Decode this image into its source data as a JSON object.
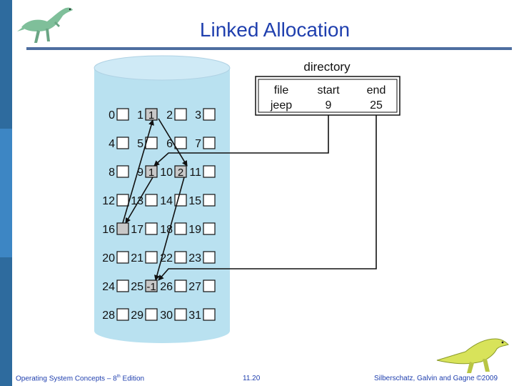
{
  "slide": {
    "title": "Linked Allocation",
    "footer_left_prefix": "Operating System Concepts – 8",
    "footer_left_sup": "th",
    "footer_left_suffix": " Edition",
    "footer_center": "11.20",
    "footer_right": "Silberschatz, Galvin and Gagne ©2009",
    "colors": {
      "title": "#1f3fae",
      "band": "#2e6b9e",
      "rule": "#4e6ea0",
      "cylinder": "#b9e1f0",
      "block_filled": "#c8c8c8"
    }
  },
  "diagram": {
    "directory_label": "directory",
    "headers": [
      "file",
      "start",
      "end"
    ],
    "row": [
      "jeep",
      "9",
      "25"
    ],
    "blocks": [
      {
        "n": "0",
        "v": ""
      },
      {
        "n": "1",
        "v": "1"
      },
      {
        "n": "2",
        "v": ""
      },
      {
        "n": "3",
        "v": ""
      },
      {
        "n": "4",
        "v": ""
      },
      {
        "n": "5",
        "v": ""
      },
      {
        "n": "6",
        "v": ""
      },
      {
        "n": "7",
        "v": ""
      },
      {
        "n": "8",
        "v": ""
      },
      {
        "n": "9",
        "v": "1"
      },
      {
        "n": "10",
        "v": "2"
      },
      {
        "n": "11",
        "v": ""
      },
      {
        "n": "12",
        "v": ""
      },
      {
        "n": "13",
        "v": ""
      },
      {
        "n": "14",
        "v": ""
      },
      {
        "n": "15",
        "v": ""
      },
      {
        "n": "16",
        "v": "",
        "filled": true
      },
      {
        "n": "17",
        "v": ""
      },
      {
        "n": "18",
        "v": ""
      },
      {
        "n": "19",
        "v": ""
      },
      {
        "n": "20",
        "v": ""
      },
      {
        "n": "21",
        "v": ""
      },
      {
        "n": "22",
        "v": ""
      },
      {
        "n": "23",
        "v": ""
      },
      {
        "n": "24",
        "v": ""
      },
      {
        "n": "25",
        "v": "-1"
      },
      {
        "n": "26",
        "v": ""
      },
      {
        "n": "27",
        "v": ""
      },
      {
        "n": "28",
        "v": ""
      },
      {
        "n": "29",
        "v": ""
      },
      {
        "n": "30",
        "v": ""
      },
      {
        "n": "31",
        "v": ""
      }
    ],
    "chain": [
      "9",
      "16",
      "1",
      "10",
      "25"
    ],
    "decorations": [
      "dinosaur-logo-top",
      "dinosaur-logo-bottom"
    ]
  }
}
